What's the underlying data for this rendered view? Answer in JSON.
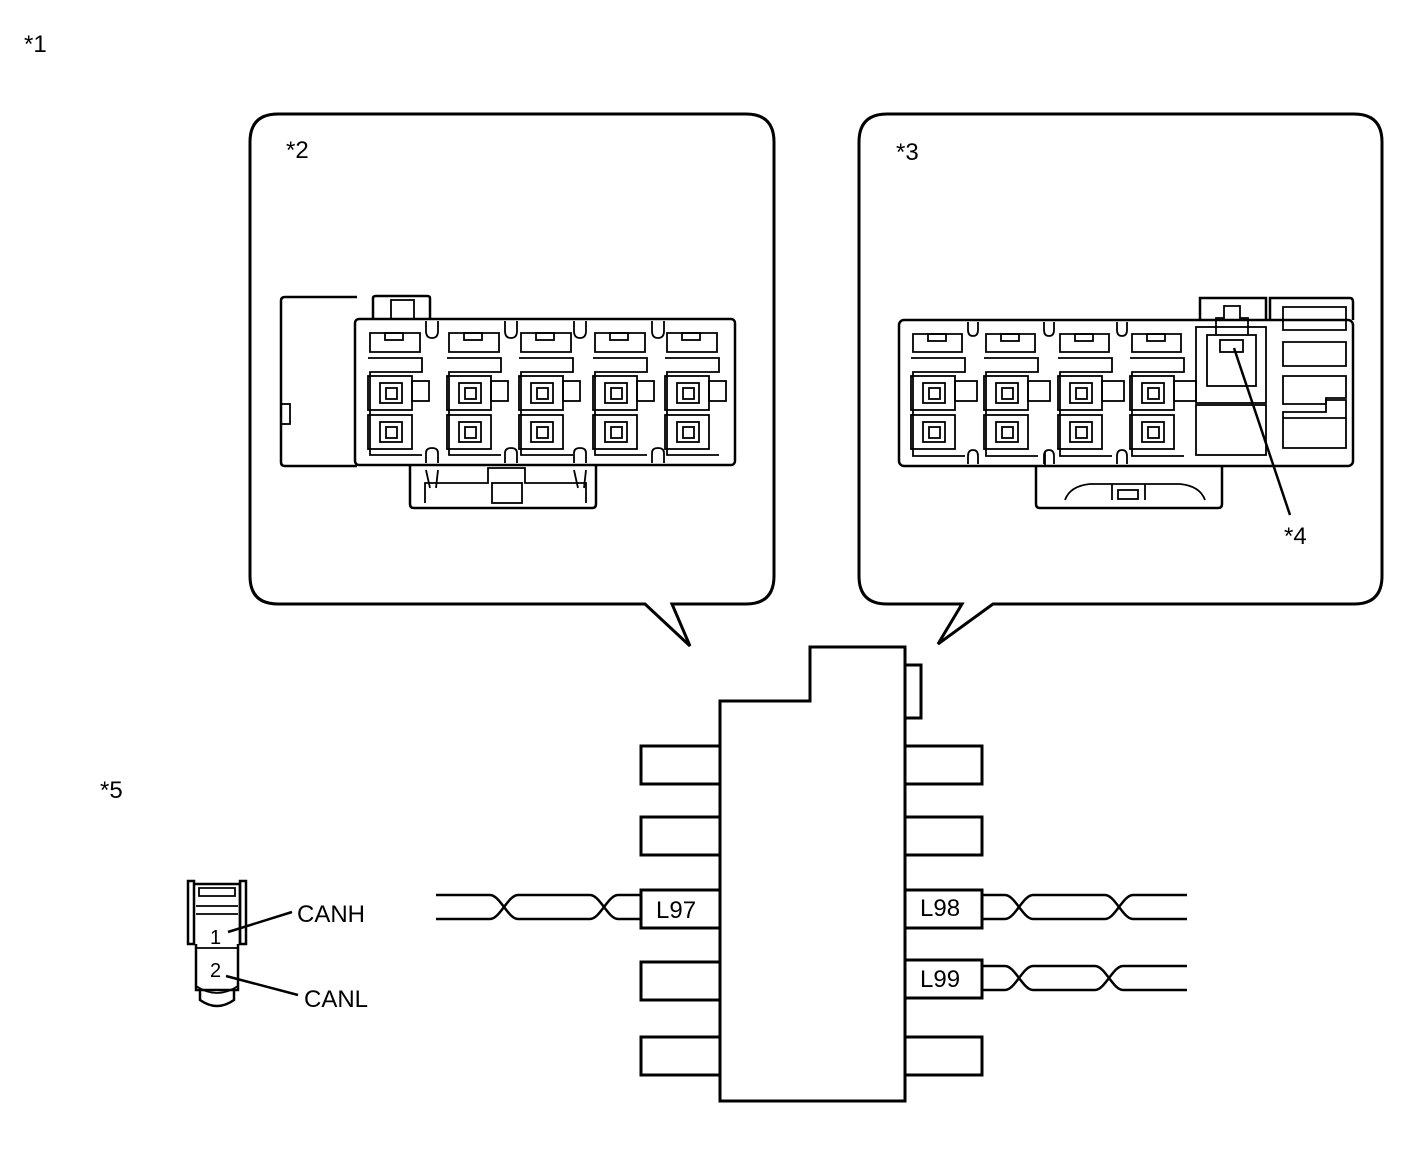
{
  "callouts": {
    "c1": "*1",
    "c2": "*2",
    "c3": "*3",
    "c4": "*4",
    "c5": "*5"
  },
  "pins": {
    "pin1_number": "1",
    "pin1_label": "CANH",
    "pin2_number": "2",
    "pin2_label": "CANL"
  },
  "splice": {
    "left_wire": "L97",
    "right_wire_top": "L98",
    "right_wire_bottom": "L99"
  }
}
